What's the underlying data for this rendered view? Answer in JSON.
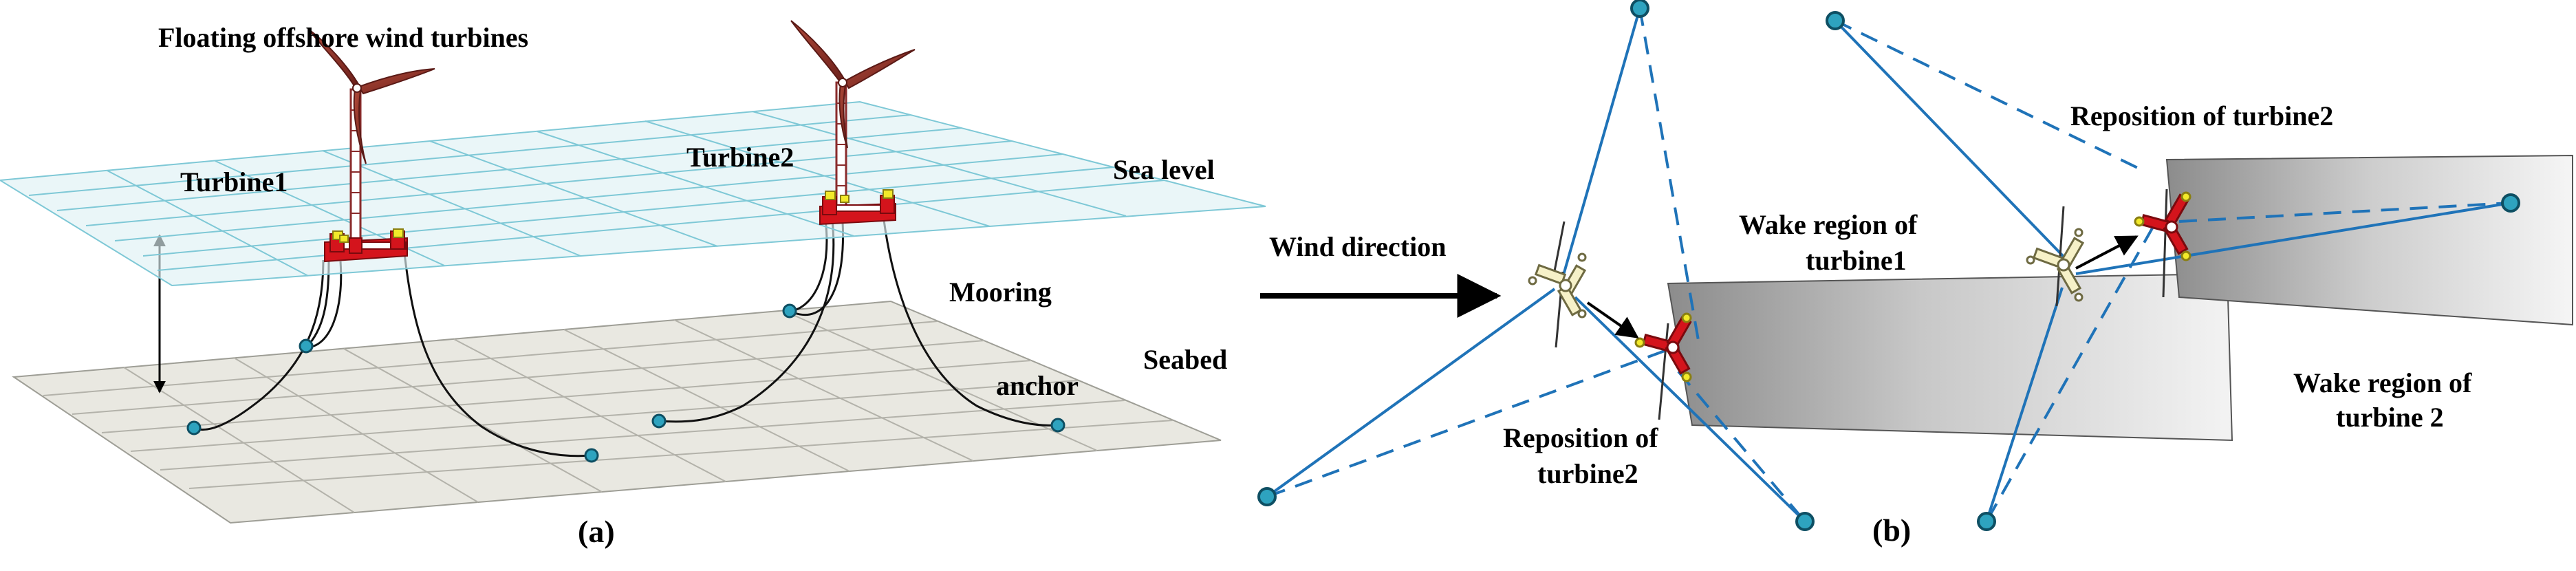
{
  "panel_a": {
    "title": "Floating offshore wind turbines",
    "turbine1": "Turbine1",
    "turbine2": "Turbine2",
    "sea_level": "Sea level",
    "mooring": "Mooring",
    "seabed": "Seabed",
    "anchor": "anchor",
    "caption": "(a)"
  },
  "panel_b": {
    "wind_direction": "Wind direction",
    "wake_turbine1_line1": "Wake region of",
    "wake_turbine1_line2": "turbine1",
    "reposition_left_line1": "Reposition of",
    "reposition_left_line2": "turbine2",
    "reposition_right": "Reposition of turbine2",
    "wake_turbine2_line1": "Wake region of",
    "wake_turbine2_line2": "turbine 2",
    "caption": "(b)"
  },
  "colors": {
    "sea_grid": "#7ec8d6",
    "sea_fill": "#dff1f5",
    "seabed_fill": "#e9e8e1",
    "seabed_grid": "#9e9e96",
    "tower": "#8a2b2b",
    "platform": "#d4141c",
    "buoy": "#f2ea2a",
    "mooring_line": "#1f73b8",
    "anchor": "#2ea3bf"
  }
}
